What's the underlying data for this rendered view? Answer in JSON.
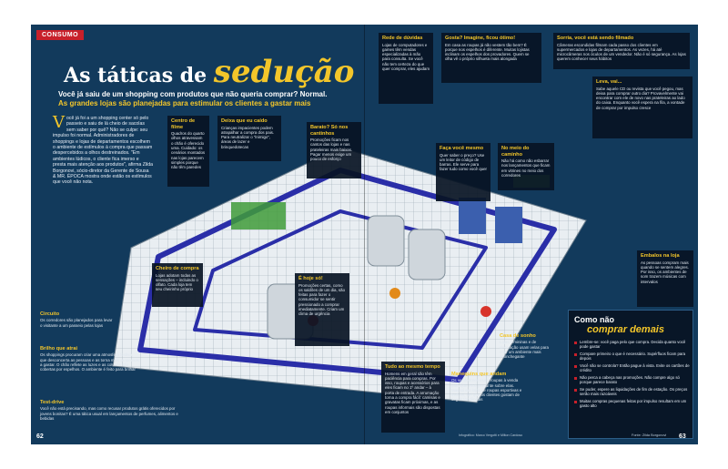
{
  "section": "CONSUMO",
  "title": {
    "part1": "As táticas de ",
    "part2": "sedução"
  },
  "lede": {
    "line1": "Você já saiu de um shopping com produtos que não queria comprar? Normal.",
    "line2": "As grandes lojas são planejadas para estimular os clientes a gastar mais"
  },
  "intro": {
    "drop": "V",
    "text": "ocê já foi a um shopping center só pelo passeio e saiu de lá cheio de sacolas sem saber por quê? Não se culpe: seu impulso foi normal. Administradores de shoppings e lojas de departamentos escolhem o ambiente de estímulos à compra que passam despercebidos a olhos destreinados. \"Em ambientes lúdicos, o cliente fica imerso e presta mais atenção aos produtos\", afirma Zilda Borgonovi, sócio-diretor da Gerente de Sousa & MR. ÉPOCA mostra onde estão os estímulos que você não nota."
  },
  "callouts": [
    {
      "id": "centro-de-filme",
      "head": "Centro de filme",
      "body": "Quadros do quarto olhos atravessam o chão é oferecido uma. Cuidado: os cenários montados nas lojas parecem simples porque não têm paredes"
    },
    {
      "id": "deixa-que-eu-caido",
      "head": "Deixa que eu caído",
      "body": "Crianças impacientes podem atrapalhar a compra dos pais. Para neutralizar o \"inimigo\", áreas de lazer e brinquedotecas"
    },
    {
      "id": "barato-so-nos-cantinhos",
      "head": "Barato? Só nos cantinhos",
      "body": "Promoções ficam nos cantos das lojas e nas prateleiras mais baixas. Pagar menos exige um pouco de esforço"
    },
    {
      "id": "rede-de-duvidas",
      "head": "Rede de dúvidas",
      "body": "Lojas de computadores e games têm vendas especializadas à mão para consulta. Se você não tem certeza do que quer comprar, eles ajudam"
    },
    {
      "id": "gosta-imagine-ficou-otimo",
      "head": "Gosta? Imagine, ficou ótimo!",
      "body": "Em casa as roupas já não vestem tão bem? É porque nos espelhos é diferente. Muitas lojistas inclinam os espelhos dos provadores. Quem se olha vê o próprio silhueta mais alongada"
    },
    {
      "id": "sorria-voce-esta-sendo-filmado",
      "head": "Sorria, você está sendo filmado",
      "body": "Câmeras escondidas filmam cada passo dos clientes em supermercados e lojas de departamentos. As vezes, há até microcâmeras nos óculos de um vendedor. Não é só segurança. As lojas querem conhecer seus hábitos"
    },
    {
      "id": "leva-vai",
      "head": "Leva, vai...",
      "body": "Sabe aquele CD ou revista que você pegou, mas deixa para comprar outro dia? Provavelmente vai encontrar com ele de novo nas prateleiras ao lado do caixa. Enquanto você espera na fila, a vontade de comprar por impulso cresce"
    },
    {
      "id": "faca-voce-mesmo",
      "head": "Faça você mesmo",
      "body": "Quer saber o preço? Use um leitor de código de barras. Ele serve para fazer tudo como você quer"
    },
    {
      "id": "no-meio-do-caminho",
      "head": "No meio do caminho",
      "body": "Não há como não esbarrar nos lançamentos que ficam em vitrines no meio dos corredores"
    },
    {
      "id": "cheiro-de-compra",
      "head": "Cheiro de compra",
      "body": "Lojas adotam todas as sensações – incluindo o olfato. Cada loja tem seu cheirinho próprio"
    },
    {
      "id": "e-hoje-so",
      "head": "É hoje só!",
      "body": "Promoções certas, como os saldões de um dia, são feitas para fazer o consumidor se sentir pressionado a comprar imediatamente. Criam um clima de urgência"
    },
    {
      "id": "embalos-na-loja",
      "head": "Embalos na loja",
      "body": "As pessoas compram mais quando se sentem alegres. Por isso, os ambientes de som trazem músicas com intervalos"
    },
    {
      "id": "tudo-ao-mesmo-tempo",
      "head": "Tudo ao mesmo tempo",
      "body": "Homens em geral são têm paciência para compras. Por isso, roupas e acessórios para eles ficam no 1º andar – à porta de entrada. A arrumação torna a compra fácil: camisas e gravatas ficam próximas, e as roupas informais são dispostas em conjuntos"
    }
  ],
  "plain_notes": [
    {
      "id": "circuito",
      "head": "Circuito",
      "body": "Os corredores são planejados para levar o visitante a um passeio pelas lojas"
    },
    {
      "id": "brilho-que-atrai",
      "head": "Brilho que atrai",
      "body": "Os shoppings procuram criar uma atmosfera festiva, que desconcerta as pessoas e as torna mais propensas a gastar. O chão reflete as luzes e as colunas são cobertas por espelhos. O ambiente é feito para brilhar"
    },
    {
      "id": "test-drive",
      "head": "Test-drive",
      "body": "Você não está precisando, mas como recusar produtos grátis oferecidos por jovens bonitas? É uma tática usual em lançamentos de perfumes, alimentos e bebidas"
    },
    {
      "id": "casa-de-sonho",
      "head": "Casa de sonho",
      "body": "Lojas femininas e de decoração usam velas para criar um ambiente mais aconchegante"
    },
    {
      "id": "manequins-que-andam",
      "head": "Manequins que andam",
      "body": "Os vendedores usam roupas à venda para que você pergunte sobre elas. Mas só em lojas de roupas esportivas e fashion, em que os clientes gostam de seguir tendências"
    }
  ],
  "sidebar": {
    "title1": "Como não",
    "title2": "comprar demais",
    "tips": [
      "Lembre-se: você paga pelo que compra. Decida quanto você pode gastar",
      "Compare primeiro o que é necessário. Supérfluos ficam para depois",
      "Você não se controla? Então pague à vista. Evite os cartões de crédito",
      "Não perca a cabeça nas promoções. Não compre algo só porque parece barato",
      "Se puder, espere as liquidações de fim de estação. Os preços serão mais razoáveis",
      "Muitas compras pequenas feitas por impulso resultam em um gasto alto"
    ],
    "source": "Fonte: Zilda Borgonovi"
  },
  "credit": "Infográfico: Marco Vergotti e Milton Cardoso",
  "pages": {
    "left": "62",
    "right": "63"
  },
  "colors": {
    "background": "#123a5c",
    "accent": "#f3c62a",
    "tag": "#c8202a",
    "track": "#2a2ea8"
  }
}
